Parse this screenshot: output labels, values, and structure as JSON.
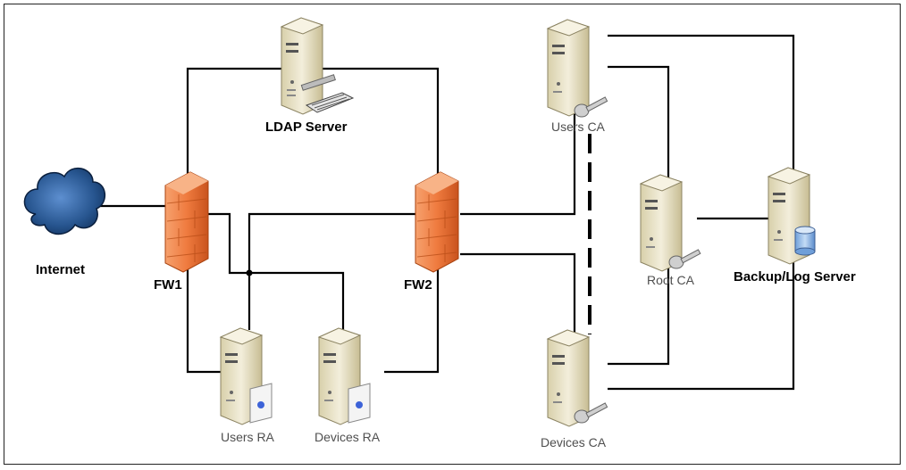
{
  "labels": {
    "internet": "Internet",
    "fw1": "FW1",
    "fw2": "FW2",
    "ldap": "LDAP Server",
    "users_ra": "Users RA",
    "devices_ra": "Devices RA",
    "users_ca": "Users CA",
    "devices_ca": "Devices CA",
    "root_ca": "Root CA",
    "backup": "Backup/Log Server"
  },
  "colors": {
    "line": "#000000",
    "firewall": "#f07a3c",
    "firewall_dark": "#c84d16",
    "server_body": "#efe9cf",
    "server_shade": "#c9c09a",
    "cloud": "#2a5f9e",
    "cloud_dark": "#0f2f5a",
    "cert_dot": "#3d63d8",
    "database": "#8fb6e8"
  }
}
